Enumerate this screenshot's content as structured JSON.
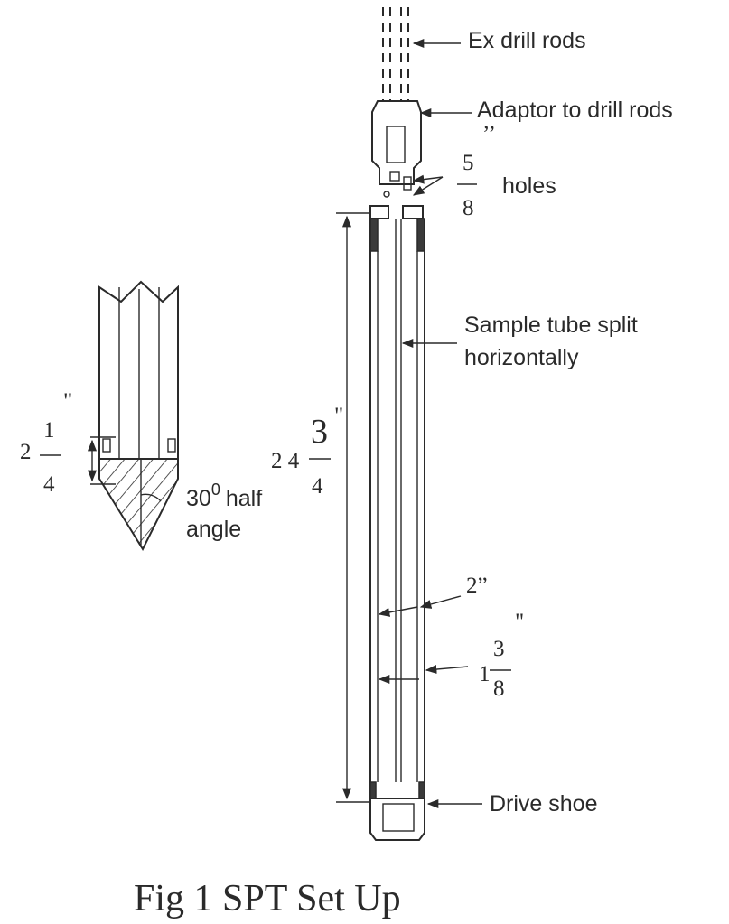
{
  "labels": {
    "ex_drill_rods": "Ex drill rods",
    "adaptor": "Adaptor to drill rods",
    "holes": "holes",
    "sample_tube_line1": "Sample tube split",
    "sample_tube_line2": "horizontally",
    "drive_shoe": "Drive shoe",
    "inner_diameter": "2”",
    "half_angle_value": "30",
    "half_angle_sup": "0",
    "half_angle_word": "half",
    "half_angle_line2": "angle",
    "caption": "Fig 1 SPT Set Up"
  },
  "fractions": {
    "holes_size": {
      "whole": "",
      "num": "5",
      "den": "8",
      "unit": "’’"
    },
    "tube_length": {
      "whole": "2 4",
      "num": "3",
      "den": "4",
      "unit": "\""
    },
    "shoe_length": {
      "whole": "2",
      "num": "1",
      "den": "4",
      "unit": "\""
    },
    "outer_diameter": {
      "whole": "1",
      "num": "3",
      "den": "8",
      "unit": "\""
    }
  },
  "colors": {
    "ink": "#2a2a2a",
    "paper": "#ffffff"
  }
}
